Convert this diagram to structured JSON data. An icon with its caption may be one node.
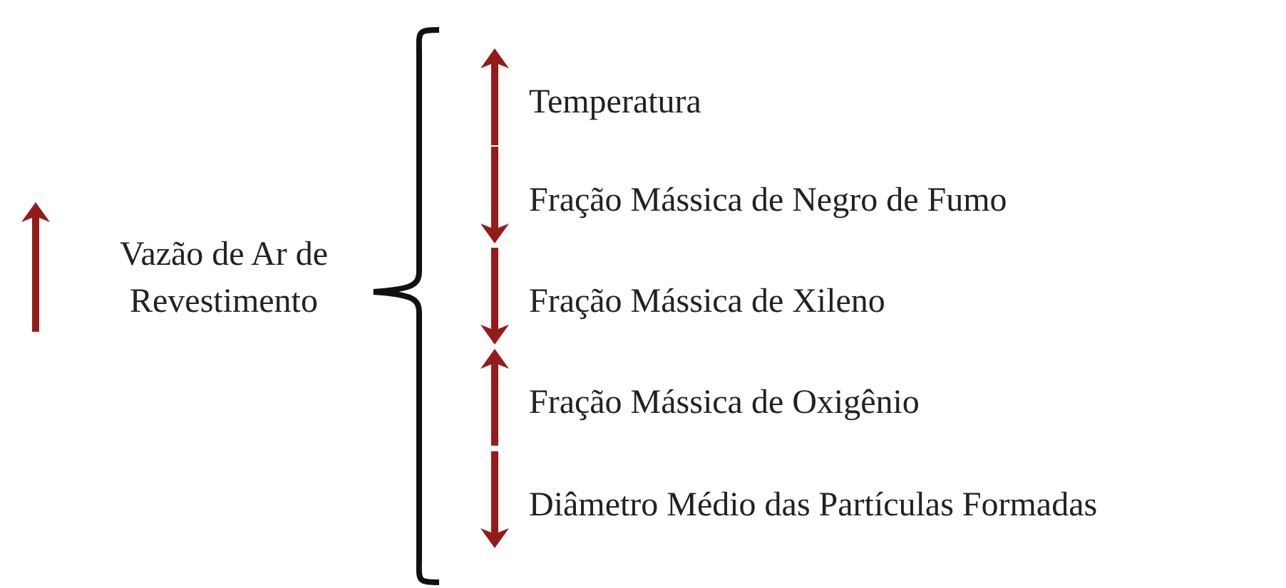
{
  "diagram": {
    "labels": [
      "Vazão de Ar de Revestimento",
      "Temperatura",
      "Fração Mássica de Negro de Fumo",
      "Fração Mássica de Xileno",
      "Fração Mássica de Oxigênio",
      "Diâmetro Médio das Partículas Formadas"
    ]
  }
}
